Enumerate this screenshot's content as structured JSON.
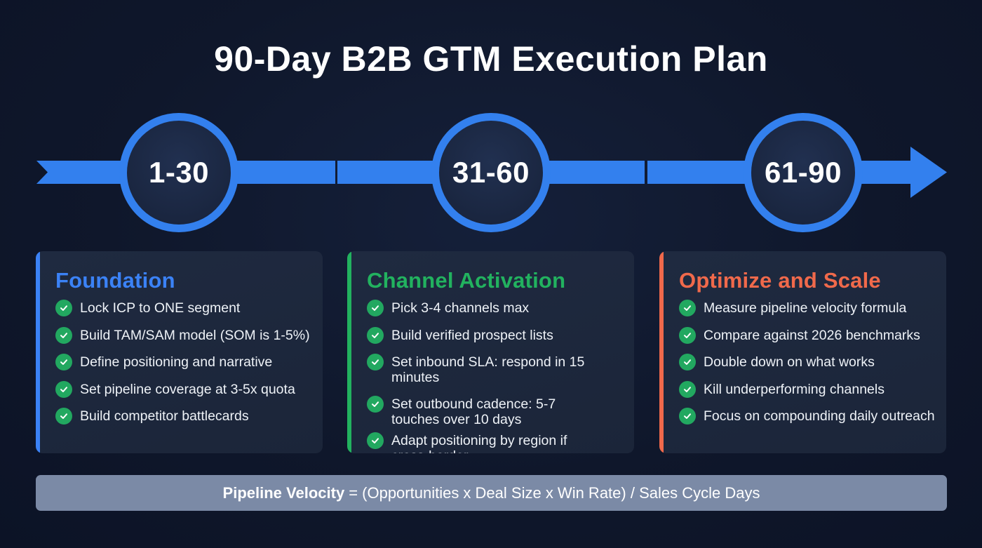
{
  "title": "90-Day B2B GTM Execution Plan",
  "colors": {
    "background": "#0f172b",
    "timeline_blue": "#3380ee",
    "foundation_accent": "#3b82f6",
    "channel_accent": "#22b25f",
    "optimize_accent": "#f0694b",
    "check_green": "#22a860",
    "formula_bg": "#7b8aa6"
  },
  "timeline": {
    "milestones": [
      {
        "label": "1-30"
      },
      {
        "label": "31-60"
      },
      {
        "label": "61-90"
      }
    ],
    "arrow_icon": "arrow-right-icon"
  },
  "phases": [
    {
      "title": "Foundation",
      "items": [
        "Lock ICP to ONE segment",
        "Build TAM/SAM model (SOM is 1-5%)",
        "Define positioning and narrative",
        "Set pipeline coverage at 3-5x quota",
        "Build competitor battlecards"
      ]
    },
    {
      "title": "Channel Activation",
      "items": [
        "Pick 3-4 channels max",
        "Build verified prospect lists",
        "Set inbound SLA: respond in 15 minutes",
        "Set outbound cadence: 5-7 touches over 10 days",
        "Adapt positioning by region if cross-border"
      ]
    },
    {
      "title": "Optimize and Scale",
      "items": [
        "Measure pipeline velocity formula",
        "Compare against 2026 benchmarks",
        "Double down on what works",
        "Kill underperforming channels",
        "Focus on compounding daily outreach"
      ]
    }
  ],
  "formula": {
    "term": "Pipeline Velocity",
    "expression": "= (Opportunities x Deal Size x Win Rate) / Sales Cycle Days"
  }
}
